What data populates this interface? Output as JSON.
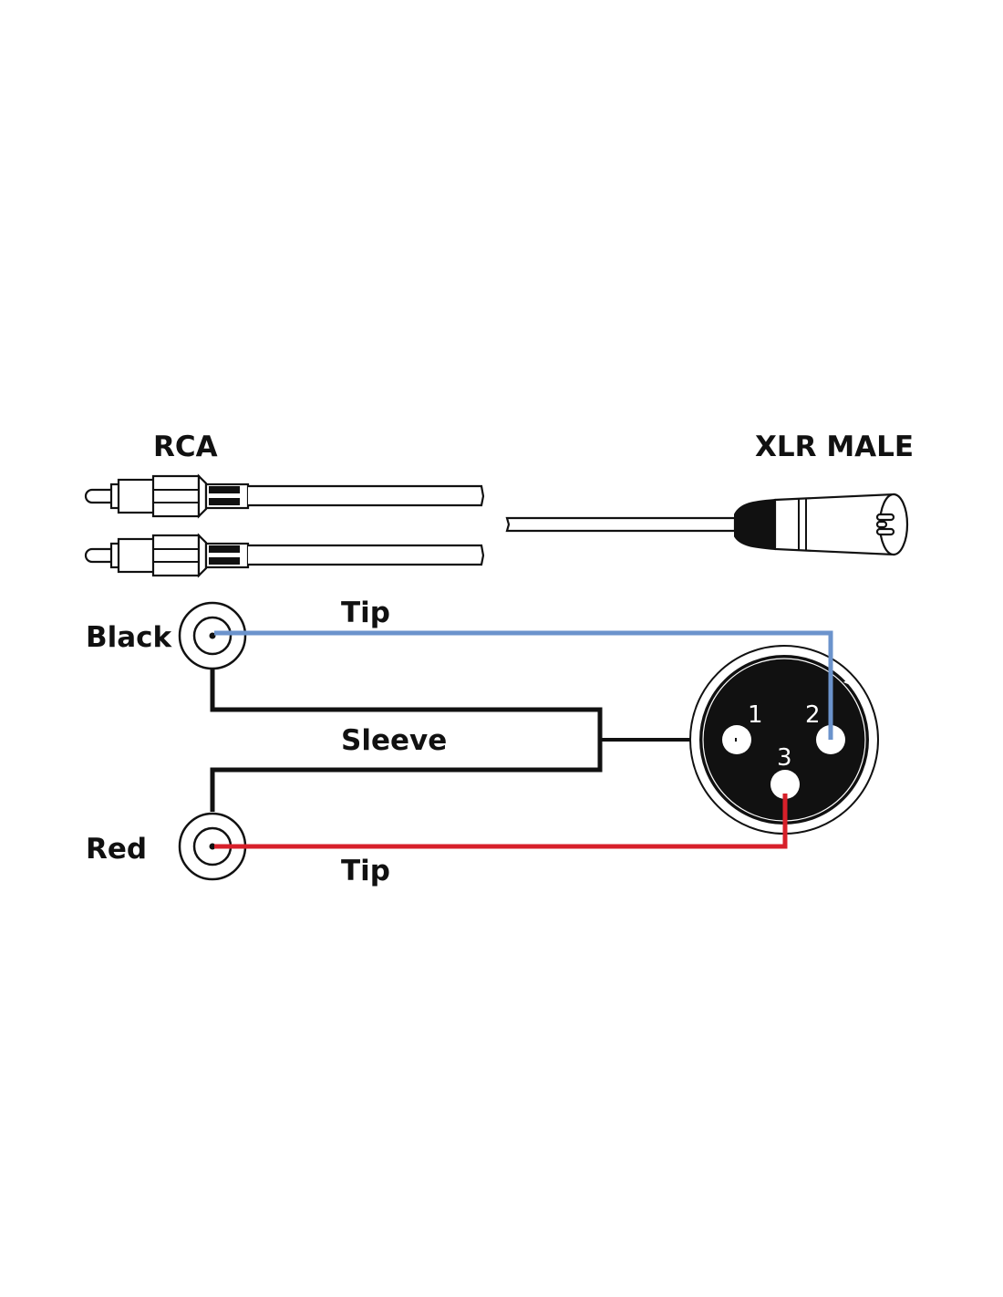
{
  "diagram": {
    "type": "wiring-diagram",
    "connectors": {
      "rca": {
        "title": "RCA",
        "count": 2
      },
      "xlr": {
        "title": "XLR MALE",
        "pins": [
          "1",
          "2",
          "3"
        ]
      }
    },
    "jacks": {
      "black": {
        "label": "Black"
      },
      "red": {
        "label": "Red"
      }
    },
    "wires": {
      "black_tip": {
        "label": "Tip",
        "from": "Black",
        "to_pin": "2",
        "color": "#6b93cc"
      },
      "sleeve": {
        "label": "Sleeve",
        "from": [
          "Black",
          "Red"
        ],
        "to_pin": "1",
        "color": "#111111"
      },
      "red_tip": {
        "label": "Tip",
        "from": "Red",
        "to_pin": "3",
        "color": "#d7202a"
      }
    }
  }
}
